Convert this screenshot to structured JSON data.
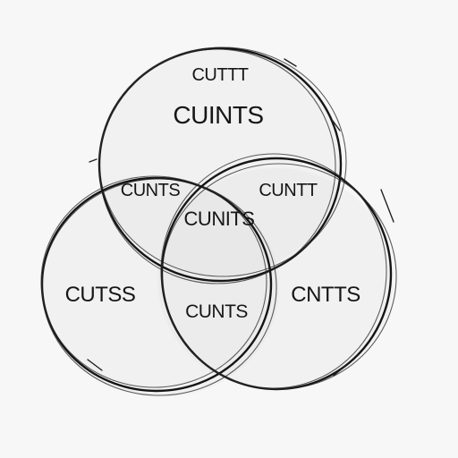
{
  "diagram": {
    "type": "venn-3",
    "regions": {
      "top_header": "CUTTT",
      "top_only": "CUINTS",
      "top_left_overlap": "CUNTS",
      "top_right_overlap": "CUNTT",
      "center_overlap": "CUNITS",
      "left_only": "CUTSS",
      "right_only": "CNTTS",
      "bottom_overlap": "CUNTS"
    }
  }
}
